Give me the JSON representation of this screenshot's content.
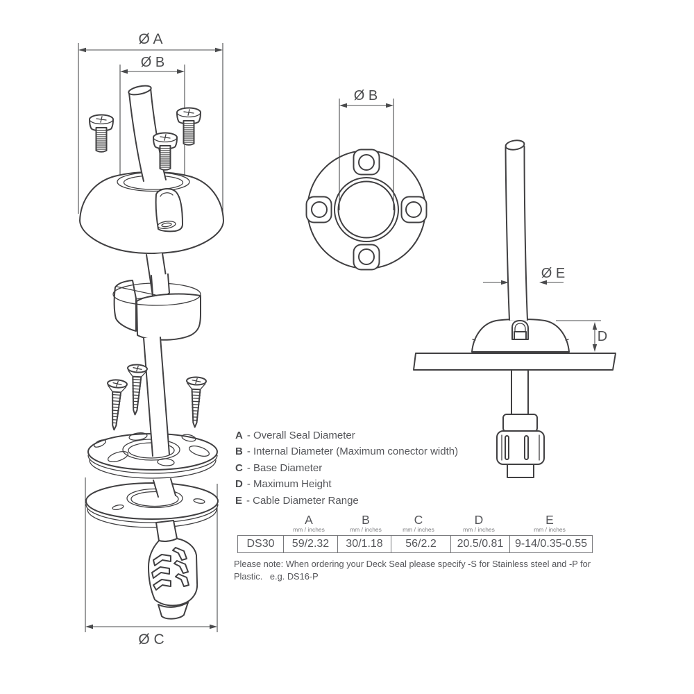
{
  "labels": {
    "dim_a": "Ø A",
    "dim_b": "Ø B",
    "dim_c": "Ø C",
    "dim_d": "D",
    "dim_e": "Ø E"
  },
  "legend": {
    "items": [
      {
        "letter": "A",
        "desc": "- Overall Seal Diameter"
      },
      {
        "letter": "B",
        "desc": "- Internal Diameter (Maximum conector width)"
      },
      {
        "letter": "C",
        "desc": "- Base Diameter"
      },
      {
        "letter": "D",
        "desc": "- Maximum Height"
      },
      {
        "letter": "E",
        "desc": "- Cable Diameter Range"
      }
    ]
  },
  "table": {
    "model": "DS30",
    "unit": "mm / inches",
    "columns": [
      {
        "letter": "A",
        "value": "59/2.32"
      },
      {
        "letter": "B",
        "value": "30/1.18"
      },
      {
        "letter": "C",
        "value": "56/2.2"
      },
      {
        "letter": "D",
        "value": "20.5/0.81"
      },
      {
        "letter": "E",
        "value": "9-14/0.35-0.55"
      }
    ]
  },
  "note": {
    "line1": "Please note: When ordering your Deck Seal please specify -S for Stainless steel and -P for",
    "line2": "Plastic.   e.g. DS16-P"
  },
  "colors": {
    "line": "#414042",
    "text": "#55565a",
    "dim": "#4a4b4d"
  }
}
